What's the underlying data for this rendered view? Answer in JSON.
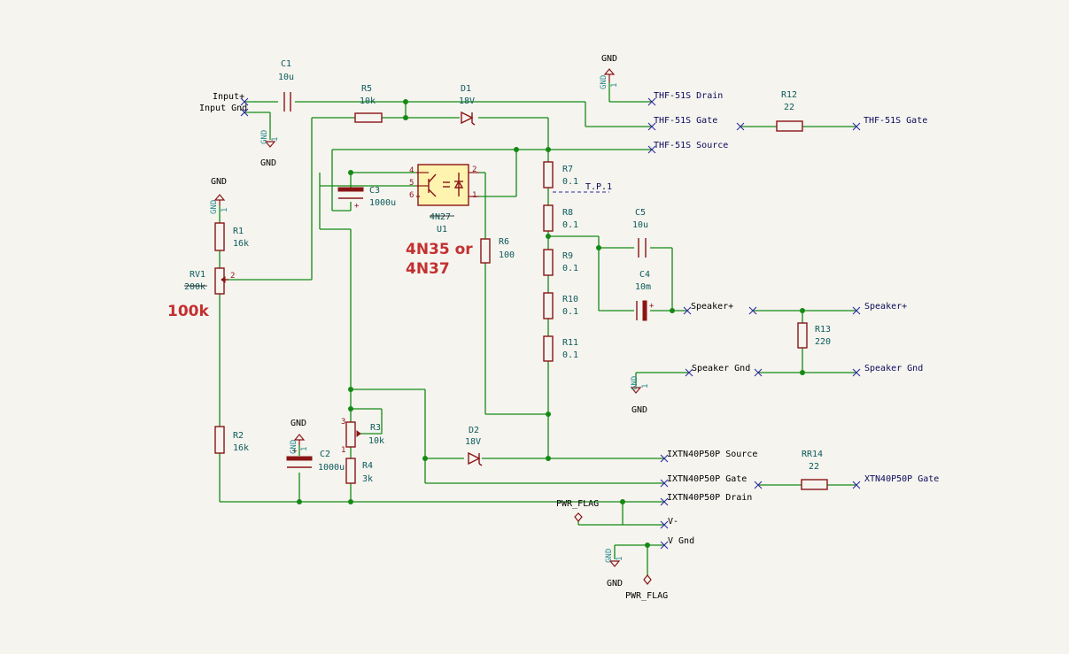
{
  "components": {
    "C1": {
      "ref": "C1",
      "value": "10u"
    },
    "C2": {
      "ref": "C2",
      "value": "1000u"
    },
    "C3": {
      "ref": "C3",
      "value": "1000u"
    },
    "C4": {
      "ref": "C4",
      "value": "10m"
    },
    "C5": {
      "ref": "C5",
      "value": "10u"
    },
    "R1": {
      "ref": "R1",
      "value": "16k"
    },
    "R2": {
      "ref": "R2",
      "value": "16k"
    },
    "R4": {
      "ref": "R4",
      "value": "3k"
    },
    "R5": {
      "ref": "R5",
      "value": "10k"
    },
    "R6": {
      "ref": "R6",
      "value": "100"
    },
    "R7": {
      "ref": "R7",
      "value": "0.1"
    },
    "R8": {
      "ref": "R8",
      "value": "0.1"
    },
    "R9": {
      "ref": "R9",
      "value": "0.1"
    },
    "R10": {
      "ref": "R10",
      "value": "0.1"
    },
    "R11": {
      "ref": "R11",
      "value": "0.1"
    },
    "R12": {
      "ref": "R12",
      "value": "22"
    },
    "R13": {
      "ref": "R13",
      "value": "220"
    },
    "RR14": {
      "ref": "RR14",
      "value": "22"
    },
    "RV1": {
      "ref": "RV1",
      "value": "200k"
    },
    "R3": {
      "ref": "R3",
      "value": "10k"
    },
    "D1": {
      "ref": "D1",
      "value": "18V"
    },
    "D2": {
      "ref": "D2",
      "value": "18V"
    },
    "U1": {
      "ref": "U1",
      "value": "4N27"
    }
  },
  "pin_numbers": {
    "u1_4": "4",
    "u1_5": "5",
    "u1_6": "6",
    "u1_2": "2",
    "u1_1": "1",
    "rv1_2": "2",
    "r3_3": "3",
    "r3_1": "1"
  },
  "power": {
    "gnd": "GND",
    "gnd_ref": "GND",
    "gnd_pin": "1",
    "pwr_flag": "PWR_FLAG"
  },
  "nets": {
    "input_plus": "Input+",
    "input_gnd": "Input Gnd",
    "thf_drain": "THF-51S Drain",
    "thf_gate": "THF-51S Gate",
    "thf_source": "THF-51S Source",
    "thf_gate_out": "THF-51S Gate",
    "tp1": "T.P.1",
    "speaker_plus_l": "Speaker+",
    "speaker_plus_r": "Speaker+",
    "speaker_gnd_l": "Speaker Gnd",
    "speaker_gnd_r": "Speaker Gnd",
    "ixtn_source": "IXTN40P50P Source",
    "ixtn_gate": "IXTN40P50P Gate",
    "ixtn_drain": "IXTN40P50P Drain",
    "xtn_gate": "XTN40P50P Gate",
    "v_minus": "V-",
    "v_gnd": "V Gnd"
  },
  "notes": {
    "optocoupler_alt_line1": "4N35 or",
    "optocoupler_alt_line2": "4N37",
    "rv1_alt_value": "100k"
  },
  "colors": {
    "wire": "#148a14",
    "part": "#8a1414",
    "optocoupler_fill": "#fff3b0",
    "note": "#c43030",
    "net_label": "#0a0a5a"
  }
}
